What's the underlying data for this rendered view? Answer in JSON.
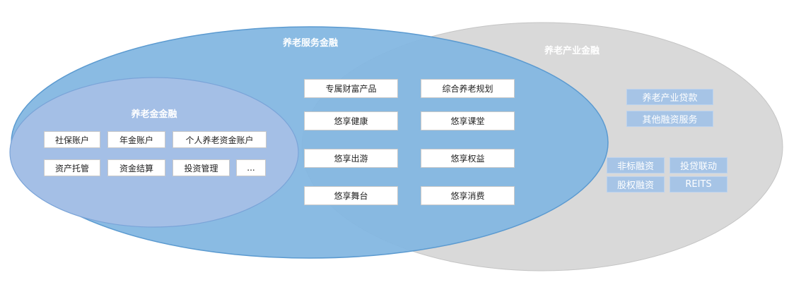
{
  "diagram": {
    "outer_left_title": "养老服务金融",
    "outer_right_title": "养老产业金融",
    "inner_title": "养老金金融",
    "inner_items": [
      "社保账户",
      "年金账户",
      "个人养老资金账户",
      "资产托管",
      "资金结算",
      "投资管理",
      "..."
    ],
    "service_items": [
      "专属财富产品",
      "综合养老规划",
      "悠享健康",
      "悠享课堂",
      "悠享出游",
      "悠享权益",
      "悠享舞台",
      "悠享消费"
    ],
    "industry_items": [
      "养老产业贷款",
      "其他融资服务",
      "非标融资",
      "投贷联动",
      "股权融资",
      "REITS"
    ]
  },
  "colors": {
    "gray_ellipse": "#d9d9d9",
    "blue_ellipse": "#84b7e1",
    "inner_ellipse": "#a4bfe6",
    "industry_box": "#a6c4e6"
  }
}
